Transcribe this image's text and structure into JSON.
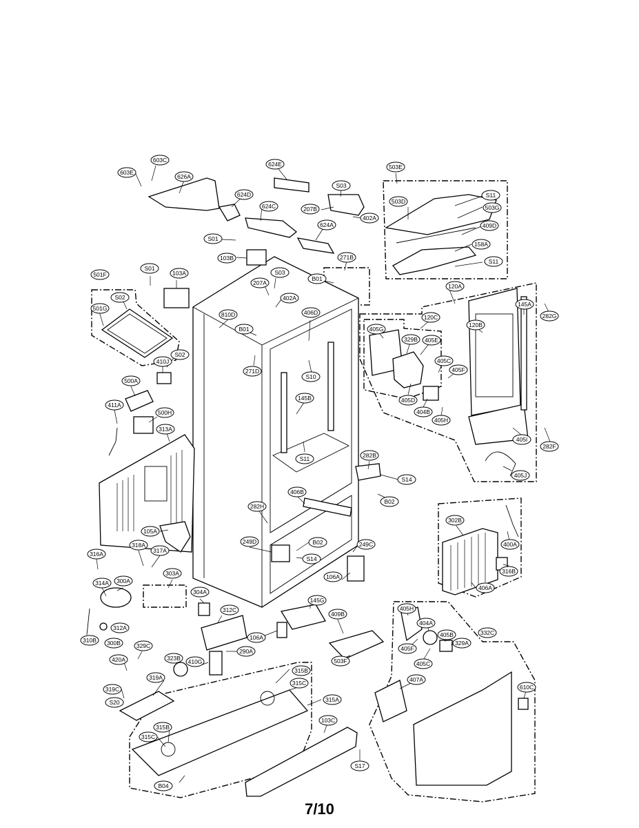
{
  "page_number": "7/10",
  "callout_labels": [
    "603E",
    "603C",
    "626A",
    "624E",
    "S03",
    "624D",
    "207B",
    "402A",
    "624C",
    "624A",
    "S01",
    "103B",
    "503E",
    "503D",
    "S11",
    "503G",
    "409D",
    "158A",
    "S11",
    "501F",
    "S01",
    "103A",
    "S02",
    "501G",
    "S03",
    "207A",
    "402A",
    "271B",
    "B01",
    "810D",
    "B01",
    "406D",
    "271D",
    "S10",
    "410J",
    "S02",
    "120A",
    "120C",
    "405G",
    "329B",
    "405E",
    "120B",
    "145A",
    "282G",
    "405C",
    "405F",
    "405D",
    "404B",
    "405H",
    "405I",
    "282F",
    "405J",
    "500A",
    "500H",
    "411A",
    "313A",
    "145B",
    "S11",
    "282B",
    "S14",
    "B02",
    "406B",
    "282H",
    "105A",
    "318A",
    "317A",
    "316A",
    "249D",
    "B02",
    "S14",
    "249C",
    "302B",
    "400A",
    "316B",
    "406A",
    "303A",
    "314A",
    "300A",
    "304A",
    "312C",
    "106A",
    "145G",
    "409B",
    "106A",
    "310B",
    "312A",
    "300B",
    "329C",
    "420A",
    "323B",
    "410G",
    "290A",
    "319A",
    "319C",
    "S20",
    "315B",
    "315C",
    "315A",
    "315B",
    "315C",
    "B04",
    "103C",
    "S17",
    "503F",
    "405H",
    "404A",
    "405B",
    "332C",
    "329A",
    "405F",
    "405C",
    "407A",
    "610C"
  ]
}
